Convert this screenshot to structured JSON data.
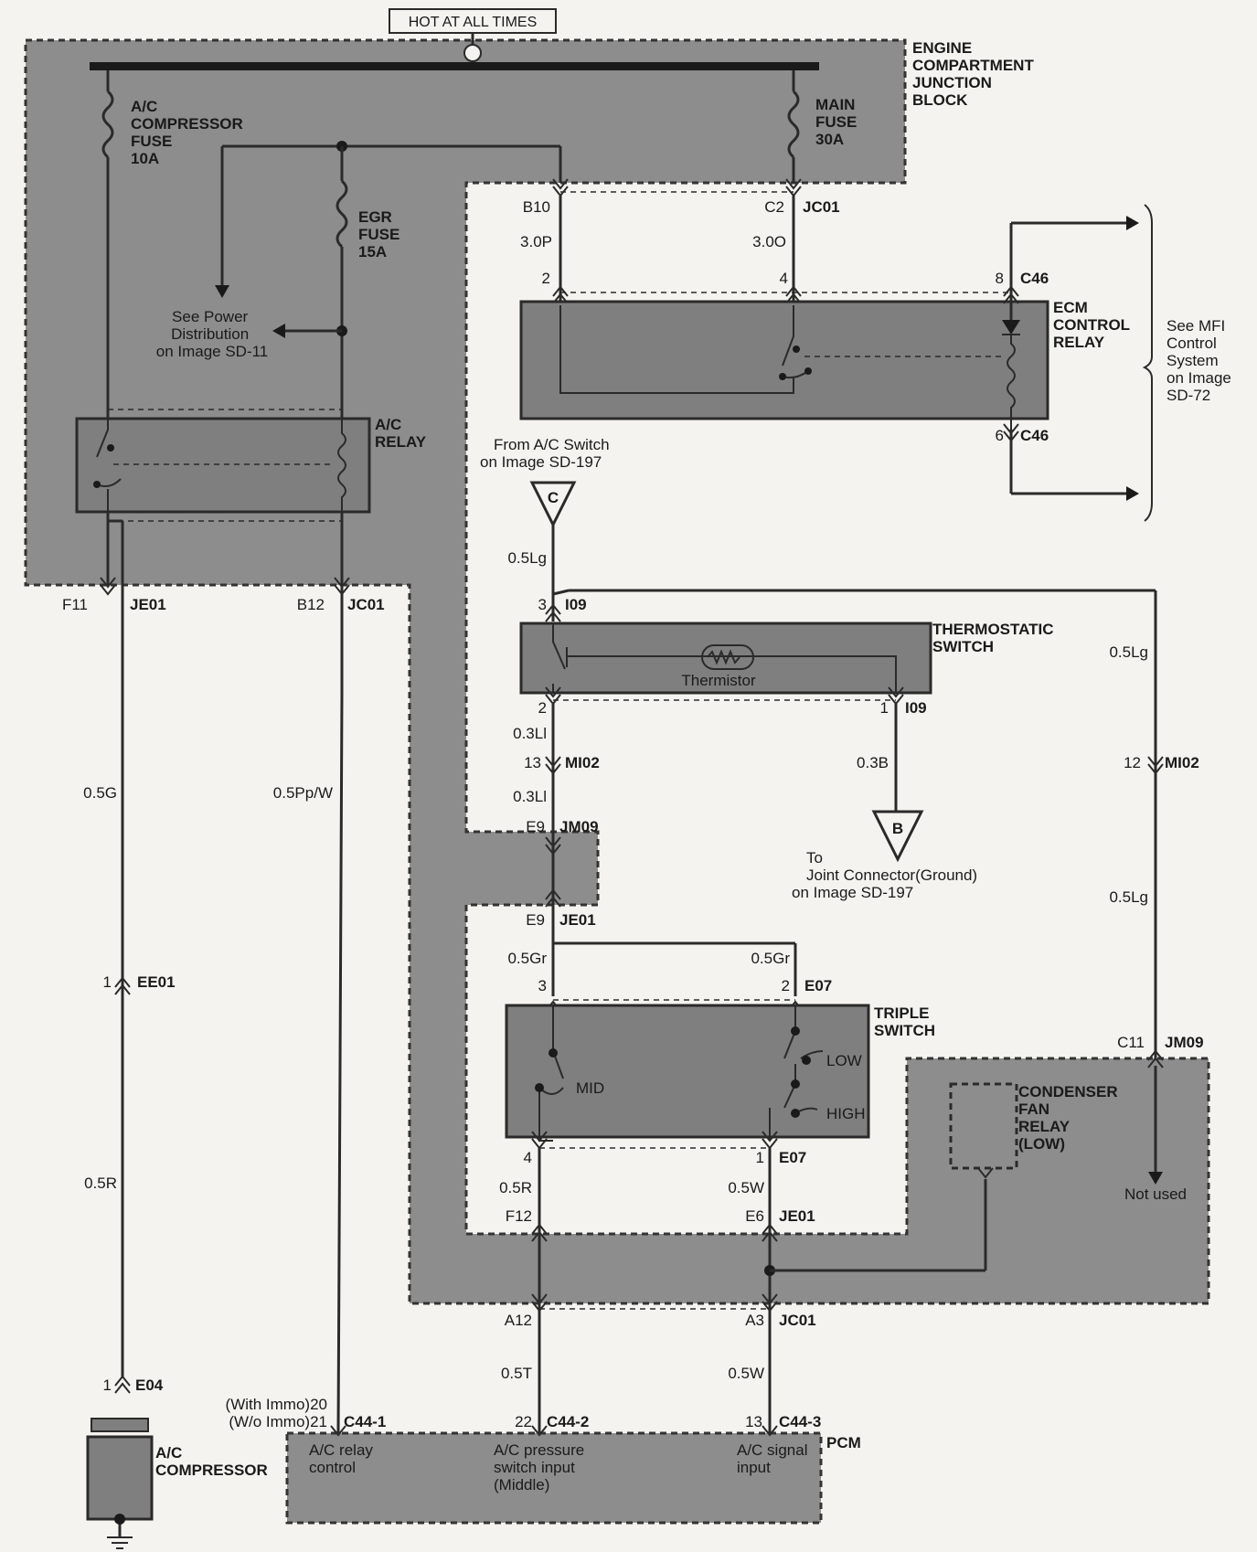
{
  "header": {
    "hot_at_all_times": "HOT AT ALL TIMES"
  },
  "junction_block": {
    "title": [
      "ENGINE",
      "COMPARTMENT",
      "JUNCTION",
      "BLOCK"
    ]
  },
  "fuses": {
    "ac_compressor": [
      "A/C",
      "COMPRESSOR",
      "FUSE",
      "10A"
    ],
    "main": [
      "MAIN",
      "FUSE",
      "30A"
    ],
    "egr": [
      "EGR",
      "FUSE",
      "15A"
    ]
  },
  "power_distribution": [
    "See Power",
    "Distribution",
    "on Image  SD-11"
  ],
  "ac_relay": {
    "title": [
      "A/C",
      "RELAY"
    ]
  },
  "connectors": {
    "b10": "B10",
    "c2": "C2",
    "jc01": "JC01",
    "w30p": "3.0P",
    "w30o": "3.0O",
    "pin2": "2",
    "pin4": "4",
    "pin8": "8",
    "pin6": "6",
    "c46": "C46",
    "f11": "F11",
    "je01": "JE01",
    "b12": "B12",
    "pin3": "3",
    "i09": "I09",
    "pin1": "1",
    "pin13": "13",
    "mi02": "MI02",
    "pin12": "12",
    "e9": "E9",
    "jm09": "JM09",
    "e07": "E07",
    "pin4b": "4",
    "f12": "F12",
    "e6": "E6",
    "a12": "A12",
    "a3": "A3",
    "c11": "C11",
    "ee01": "EE01",
    "pin1ee": "1",
    "e04": "E04",
    "pin1e04": "1",
    "with_immo": "(With Immo)20",
    "wo_immo": "(W/o Immo)21",
    "c44_1": "C44-1",
    "pin22": "22",
    "c44_2": "C44-2",
    "pin13b": "13",
    "c44_3": "C44-3"
  },
  "ecm_relay": {
    "title": [
      "ECM",
      "CONTROL",
      "RELAY"
    ]
  },
  "mfi_ref": [
    "See MFI",
    "Control",
    "System",
    "on Image",
    "SD-72"
  ],
  "ac_switch_ref": [
    "From A/C Switch",
    "on Image SD-197"
  ],
  "markers": {
    "c": "C",
    "b": "B"
  },
  "wires": {
    "w05lg_a": "0.5Lg",
    "w05lg_b": "0.5Lg",
    "w05lg_c": "0.5Lg",
    "w03li_a": "0.3Ll",
    "w03li_b": "0.3Ll",
    "w03b": "0.3B",
    "w05gr_a": "0.5Gr",
    "w05gr_b": "0.5Gr",
    "w05r_a": "0.5R",
    "w05w_a": "0.5W",
    "w05g": "0.5G",
    "w05ppw": "0.5Pp/W",
    "w05r_b": "0.5R",
    "w05t": "0.5T",
    "w05w_b": "0.5W"
  },
  "thermostatic_switch": {
    "title": [
      "THERMOSTATIC",
      "SWITCH"
    ],
    "thermistor": "Thermistor"
  },
  "ground_ref": [
    "To",
    "Joint Connector(Ground)",
    "on Image  SD-197"
  ],
  "triple_switch": {
    "title": [
      "TRIPLE",
      "SWITCH"
    ],
    "mid": "MID",
    "low": "LOW",
    "high": "HIGH"
  },
  "condenser_fan_relay": [
    "CONDENSER",
    "FAN",
    "RELAY",
    "(LOW)"
  ],
  "not_used": "Not used",
  "ac_compressor": [
    "A/C",
    "COMPRESSOR"
  ],
  "pcm": {
    "title": "PCM",
    "relay_control": [
      "A/C relay",
      "control"
    ],
    "pressure_input": [
      "A/C pressure",
      "switch input",
      "(Middle)"
    ],
    "signal_input": [
      "A/C signal",
      "input"
    ]
  }
}
